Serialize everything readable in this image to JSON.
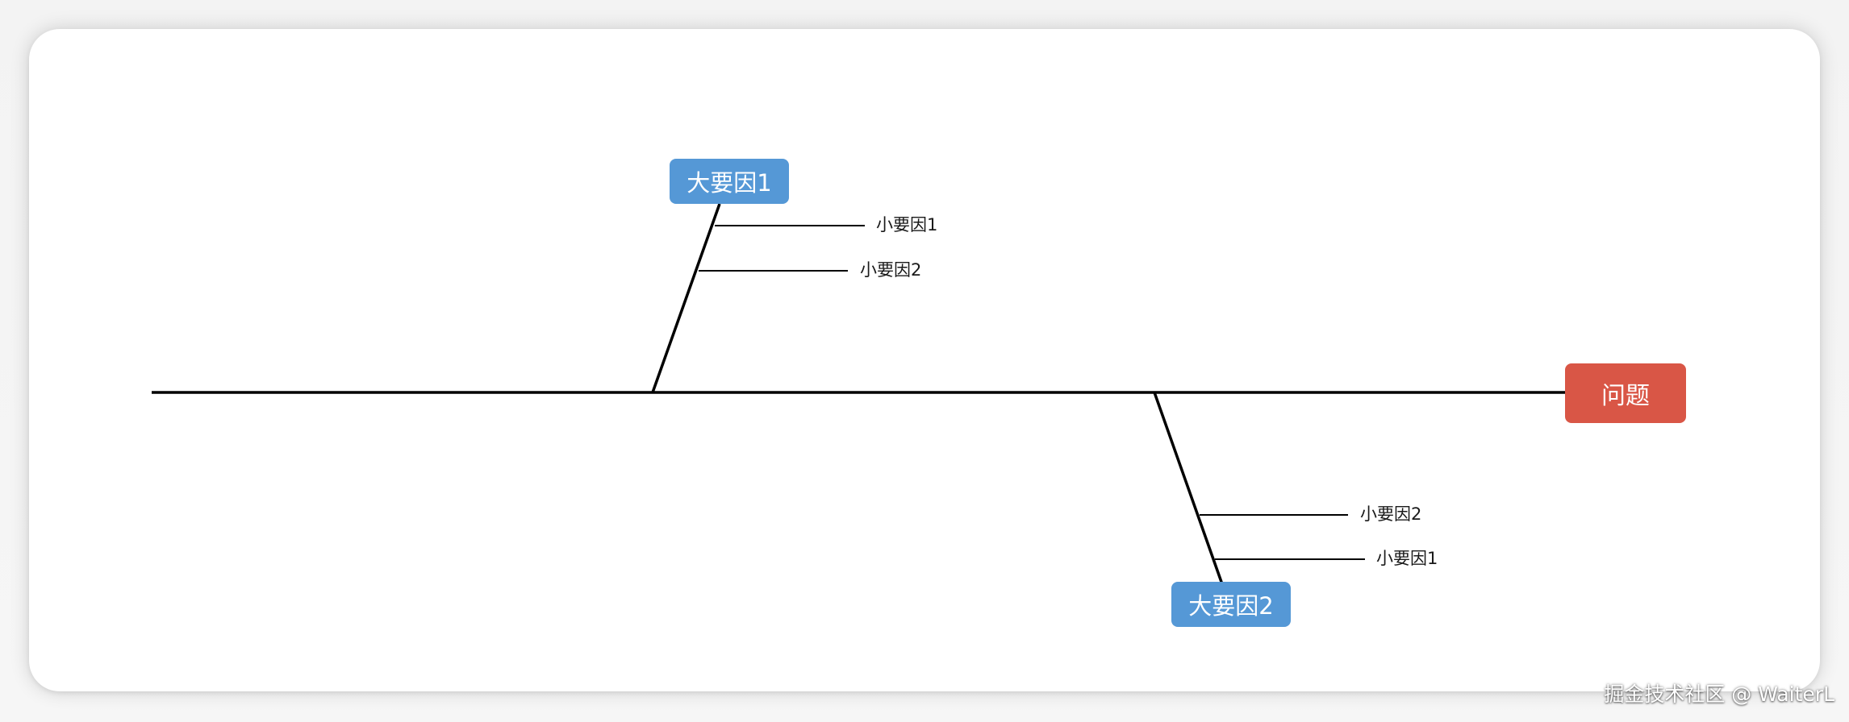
{
  "colors": {
    "major_node": "#5598d6",
    "problem_node": "#d95646",
    "line": "#000000"
  },
  "diagram": {
    "problem": "问题",
    "major_causes": [
      {
        "label": "大要因1",
        "minor_causes": [
          "小要因1",
          "小要因2"
        ]
      },
      {
        "label": "大要因2",
        "minor_causes": [
          "小要因2",
          "小要因1"
        ]
      }
    ]
  },
  "watermark": "掘金技术社区 @ WaiterL"
}
